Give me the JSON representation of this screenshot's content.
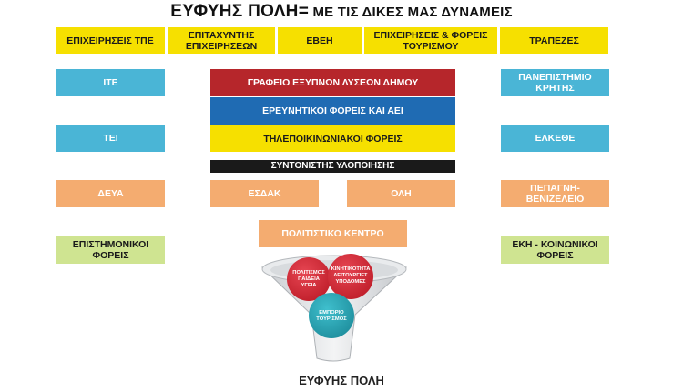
{
  "title": {
    "main": "ΕΥΦΥΗΣ ΠΟΛΗ=",
    "sub": " ΜΕ ΤΙΣ ΔΙΚΕΣ ΜΑΣ ΔΥΝΑΜΕΙΣ"
  },
  "top_row": [
    "ΕΠΙΧΕΙΡΗΣΕΙΣ ΤΠΕ",
    "ΕΠΙΤΑΧΥΝΤΗΣ ΕΠΙΧΕΙΡΗΣΕΩΝ",
    "ΕΒΕΗ",
    "ΕΠΙΧΕΙΡΗΣΕΙΣ & ΦΟΡΕΙΣ ΤΟΥΡΙΣΜΟΥ",
    "ΤΡΑΠΕΖΕΣ"
  ],
  "left_column": [
    "ΙΤΕ",
    "ΤΕΙ",
    "ΔΕΥΑ",
    "ΕΠΙΣΤΗΜΟΝΙΚΟΙ ΦΟΡΕΙΣ"
  ],
  "right_column": [
    "ΠΑΝΕΠΙΣΤΗΜΙΟ ΚΡΗΤΗΣ",
    "ΕΛΚΕΘΕ",
    "ΠΕΠΑΓΝΗ-ΒΕΝΙΖΕΛΕΙΟ",
    "ΕΚΗ - ΚΟΙΝΩΝΙΚΟΙ ΦΟΡΕΙΣ"
  ],
  "center": {
    "office": "ΓΡΑΦΕΙΟ ΕΞΥΠΝΩΝ ΛΥΣΕΩΝ ΔΗΜΟΥ",
    "research": "ΕΡΕΥΝΗΤΙΚΟΙ ΦΟΡΕΙΣ ΚΑΙ ΑΕΙ",
    "telecom": "ΤΗΛΕΠΟΙΚΙΝΩΝΙΑΚΟΙ ΦΟΡΕΙΣ",
    "coordinator": "ΣΥΝΤΟΝΙΣΤΗΣ ΥΛΟΠΟΙΗΣΗΣ",
    "esdak": "ΕΣΔΑΚ",
    "olh": "ΟΛΗ",
    "cultural": "ΠΟΛΙΤΙΣΤΙΚΟ ΚΕΝΤΡΟ"
  },
  "funnel": {
    "circle_left": [
      "ΠΟΛΙΤΙΣΜΟΣ",
      "ΠΑΙΔΕΙΑ",
      "ΥΓΕΙΑ"
    ],
    "circle_right": [
      "ΚΙΝΗΤΙΚΟΤΗΤΑ",
      "ΛΕΙΤΟΥΡΓΙΕΣ",
      "ΥΠΟΔΟΜΕΣ"
    ],
    "circle_bottom": [
      "ΕΜΠΟΡΙΟ",
      "ΤΟΥΡΙΣΜΟΣ"
    ],
    "output": "ΕΥΦΥΗΣ ΠΟΛΗ"
  },
  "colors": {
    "yellow": "#f6e000",
    "cyan": "#4ab5d6",
    "orange": "#f4ac70",
    "green": "#cfe491",
    "red": "#b6262b",
    "blue": "#1f6bb3",
    "black": "#1a1a1a",
    "circle_red": "#d42a36",
    "circle_teal": "#2aa6b6"
  }
}
